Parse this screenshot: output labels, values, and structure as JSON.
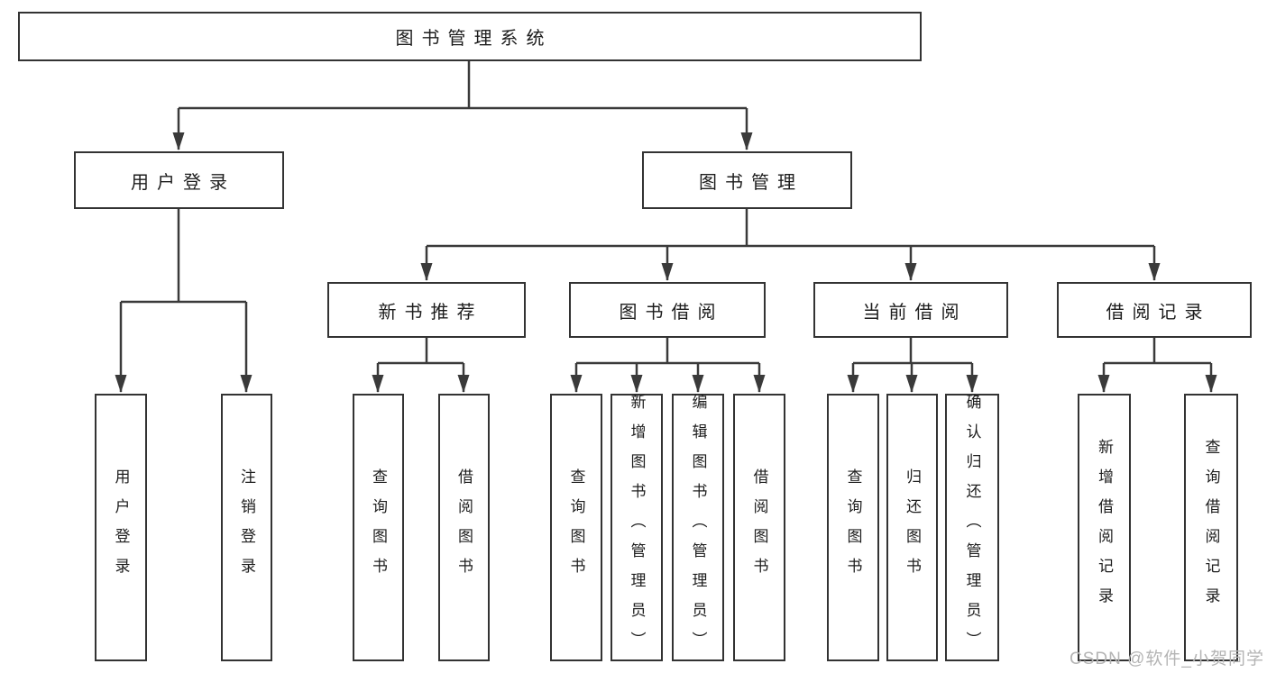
{
  "colors": {
    "line": "#3a3a3a",
    "box_border": "#333333",
    "text": "#1d1d1d",
    "background": "#ffffff",
    "watermark": "#b4b4b4"
  },
  "watermark": {
    "text": "CSDN @软件_小贺同学"
  },
  "diagram": {
    "root": {
      "label": "图书管理系统"
    },
    "branches": [
      {
        "label": "用户登录",
        "children": [
          {
            "label": "用户登录"
          },
          {
            "label": "注销登录"
          }
        ]
      },
      {
        "label": "图书管理",
        "children": [
          {
            "label": "新书推荐",
            "children": [
              {
                "label": "查询图书"
              },
              {
                "label": "借阅图书"
              }
            ]
          },
          {
            "label": "图书借阅",
            "children": [
              {
                "label": "查询图书"
              },
              {
                "label": "新增图书（管理员）"
              },
              {
                "label": "编辑图书（管理员）"
              },
              {
                "label": "借阅图书"
              }
            ]
          },
          {
            "label": "当前借阅",
            "children": [
              {
                "label": "查询图书"
              },
              {
                "label": "归还图书"
              },
              {
                "label": "确认归还（管理员）"
              }
            ]
          },
          {
            "label": "借阅记录",
            "children": [
              {
                "label": "新增借阅记录"
              },
              {
                "label": "查询借阅记录"
              }
            ]
          }
        ]
      }
    ]
  }
}
